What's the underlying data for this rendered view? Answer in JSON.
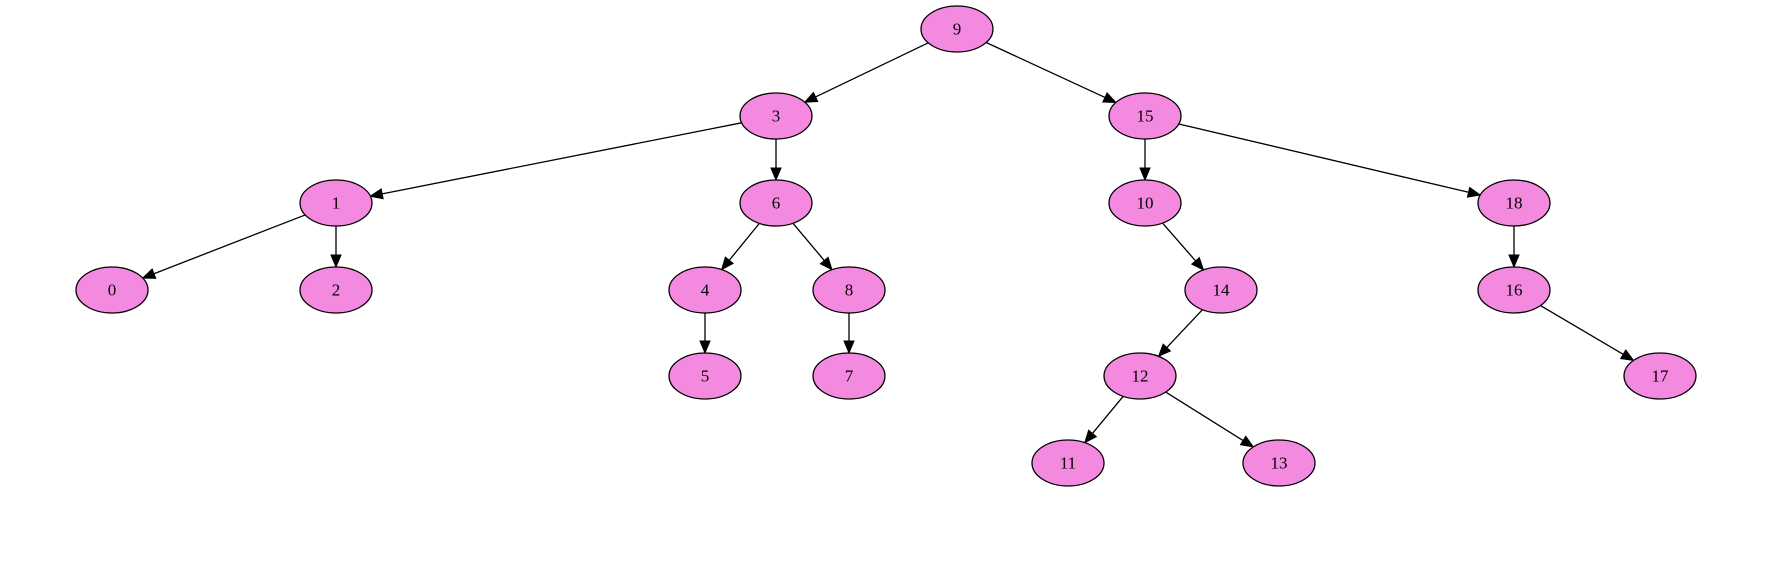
{
  "tree": {
    "node_fill": "#f48ae0",
    "node_stroke": "#000000",
    "nodes": [
      {
        "id": "9",
        "label": "9"
      },
      {
        "id": "3",
        "label": "3"
      },
      {
        "id": "15",
        "label": "15"
      },
      {
        "id": "1",
        "label": "1"
      },
      {
        "id": "6",
        "label": "6"
      },
      {
        "id": "10",
        "label": "10"
      },
      {
        "id": "18",
        "label": "18"
      },
      {
        "id": "0",
        "label": "0"
      },
      {
        "id": "2",
        "label": "2"
      },
      {
        "id": "4",
        "label": "4"
      },
      {
        "id": "8",
        "label": "8"
      },
      {
        "id": "14",
        "label": "14"
      },
      {
        "id": "16",
        "label": "16"
      },
      {
        "id": "5",
        "label": "5"
      },
      {
        "id": "7",
        "label": "7"
      },
      {
        "id": "12",
        "label": "12"
      },
      {
        "id": "17",
        "label": "17"
      },
      {
        "id": "11",
        "label": "11"
      },
      {
        "id": "13",
        "label": "13"
      }
    ],
    "edges": [
      {
        "from": "9",
        "to": "3"
      },
      {
        "from": "9",
        "to": "15"
      },
      {
        "from": "3",
        "to": "1"
      },
      {
        "from": "3",
        "to": "6"
      },
      {
        "from": "15",
        "to": "10"
      },
      {
        "from": "15",
        "to": "18"
      },
      {
        "from": "1",
        "to": "0"
      },
      {
        "from": "1",
        "to": "2"
      },
      {
        "from": "6",
        "to": "4"
      },
      {
        "from": "6",
        "to": "8"
      },
      {
        "from": "10",
        "to": "14"
      },
      {
        "from": "18",
        "to": "16"
      },
      {
        "from": "4",
        "to": "5"
      },
      {
        "from": "8",
        "to": "7"
      },
      {
        "from": "14",
        "to": "12"
      },
      {
        "from": "16",
        "to": "17"
      },
      {
        "from": "12",
        "to": "11"
      },
      {
        "from": "12",
        "to": "13"
      }
    ]
  }
}
